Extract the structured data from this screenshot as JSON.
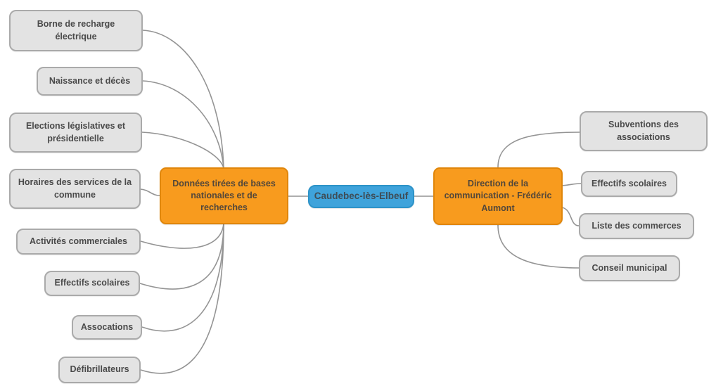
{
  "mindmap": {
    "root": {
      "label": "Caudebec-lès-Elbeuf"
    },
    "left": {
      "label": "Données tirées de bases nationales et de recherches",
      "leaves": [
        {
          "label": "Borne de recharge électrique"
        },
        {
          "label": "Naissance et décès"
        },
        {
          "label": "Elections législatives et présidentielle"
        },
        {
          "label": "Horaires des services de la commune"
        },
        {
          "label": "Activités commerciales"
        },
        {
          "label": "Effectifs scolaires"
        },
        {
          "label": "Assocations"
        },
        {
          "label": "Défibrillateurs"
        }
      ]
    },
    "right": {
      "label": "Direction de la communication - Frédéric Aumont",
      "leaves": [
        {
          "label": "Subventions des associations"
        },
        {
          "label": "Effectifs scolaires"
        },
        {
          "label": "Liste des commerces"
        },
        {
          "label": "Conseil municipal"
        }
      ]
    },
    "colors": {
      "branch_fill": "#f89b1e",
      "branch_border": "#e0860b",
      "root_fill": "#3fa3db",
      "root_border": "#2d93c8",
      "leaf_fill": "#e3e3e3",
      "leaf_border": "#aaaaaa",
      "connector": "#949494",
      "text": "#4a4a4a"
    }
  }
}
